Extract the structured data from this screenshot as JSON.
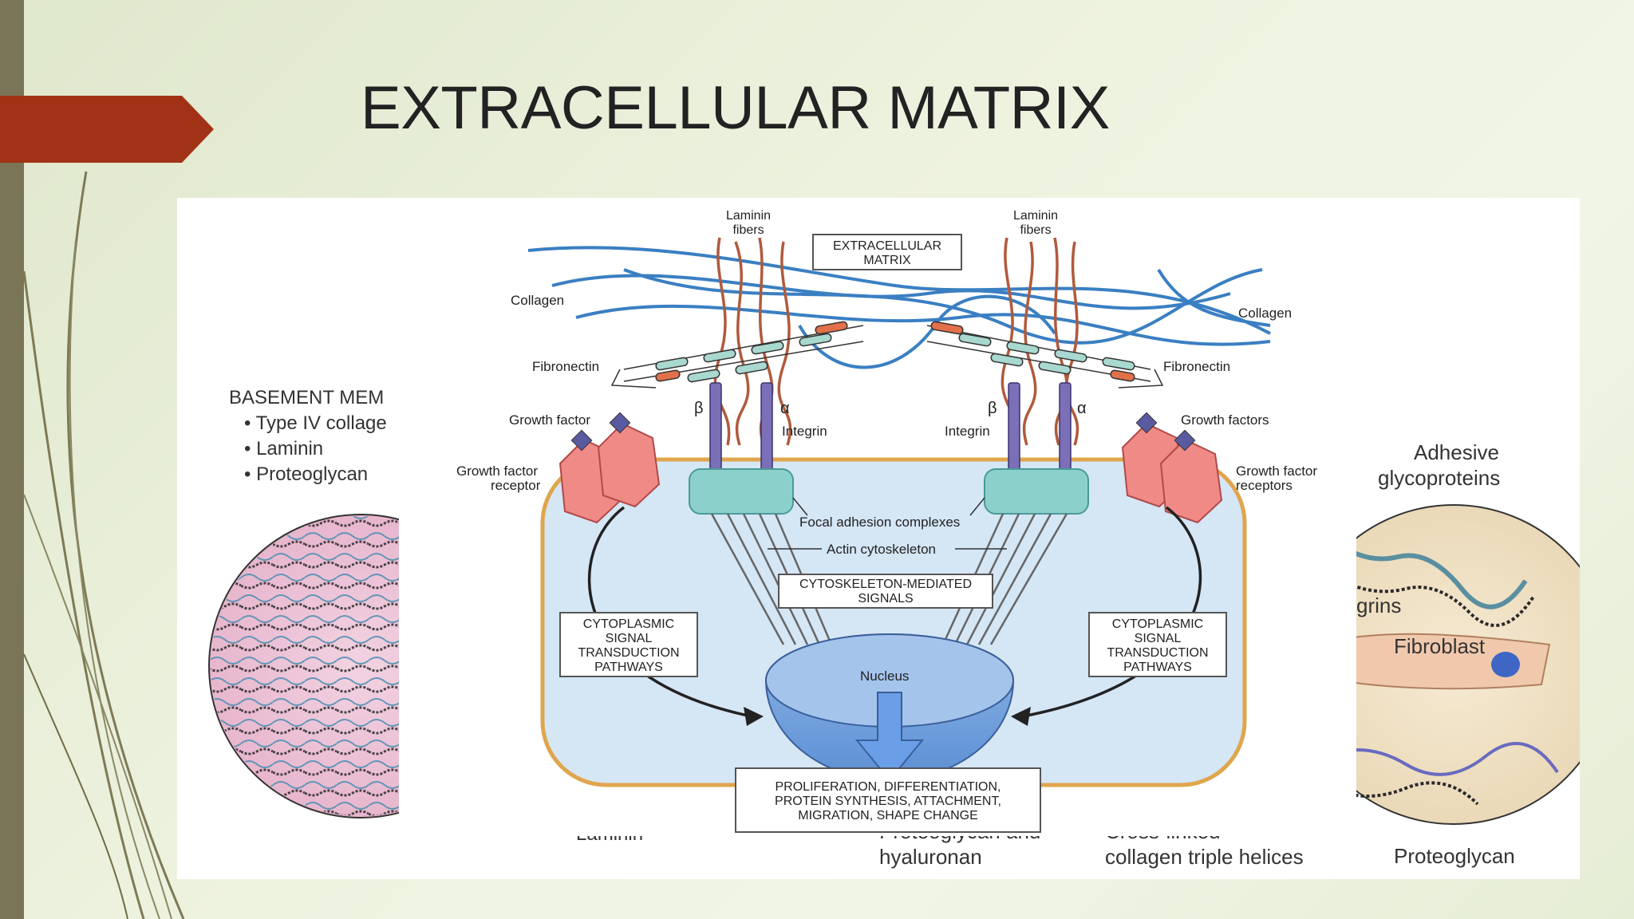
{
  "slide": {
    "title": "EXTRACELLULAR MATRIX"
  },
  "left_panel": {
    "heading": "BASEMENT MEM",
    "items": [
      "• Type IV collage",
      "• Laminin",
      "• Proteoglycan"
    ],
    "bottom_label": "Laminin"
  },
  "right_panel": {
    "label_adhesive": "Adhesive",
    "label_glycoproteins": "glycoproteins",
    "label_integrins": "grins",
    "label_fibroblast": "Fibroblast",
    "label_proteoglycan": "Proteoglycan",
    "label_crosslinked_1": "Cross-linked",
    "label_crosslinked_2": "collagen triple helices",
    "label_hyaluronan_1": "Proteoglycan and",
    "label_hyaluronan_2": "hyaluronan"
  },
  "diagram": {
    "laminin_fibers_left_1": "Laminin",
    "laminin_fibers_left_2": "fibers",
    "laminin_fibers_right_1": "Laminin",
    "laminin_fibers_right_2": "fibers",
    "ecm_box_1": "EXTRACELLULAR",
    "ecm_box_2": "MATRIX",
    "collagen_left": "Collagen",
    "collagen_right": "Collagen",
    "fibronectin_left": "Fibronectin",
    "fibronectin_right": "Fibronectin",
    "beta": "β",
    "alpha": "α",
    "integrin_left": "Integrin",
    "integrin_right": "Integrin",
    "growth_factor_left": "Growth factor",
    "growth_factor_right": "Growth factors",
    "receptor_left_1": "Growth factor",
    "receptor_left_2": "receptor",
    "receptor_right_1": "Growth factor",
    "receptor_right_2": "receptors",
    "focal_adhesion": "Focal adhesion complexes",
    "actin": "Actin cytoskeleton",
    "cyto_signals_1": "CYTOSKELETON-MEDIATED",
    "cyto_signals_2": "SIGNALS",
    "pathway_1": "CYTOPLASMIC",
    "pathway_2": "SIGNAL",
    "pathway_3": "TRANSDUCTION",
    "pathway_4": "PATHWAYS",
    "nucleus": "Nucleus",
    "outcome_1": "PROLIFERATION, DIFFERENTIATION,",
    "outcome_2": "PROTEIN SYNTHESIS, ATTACHMENT,",
    "outcome_3": "MIGRATION, SHAPE CHANGE"
  },
  "colors": {
    "accent_arrow": "#a23216",
    "left_bar": "#7a7556",
    "collagen": "#3a7fc2",
    "laminin": "#b05a3c",
    "cell_fill": "#d5e6f5",
    "cell_border": "#e0a54c",
    "focal": "#8cd0cc",
    "receptor": "#f08a86",
    "integrin": "#7b70b8"
  }
}
